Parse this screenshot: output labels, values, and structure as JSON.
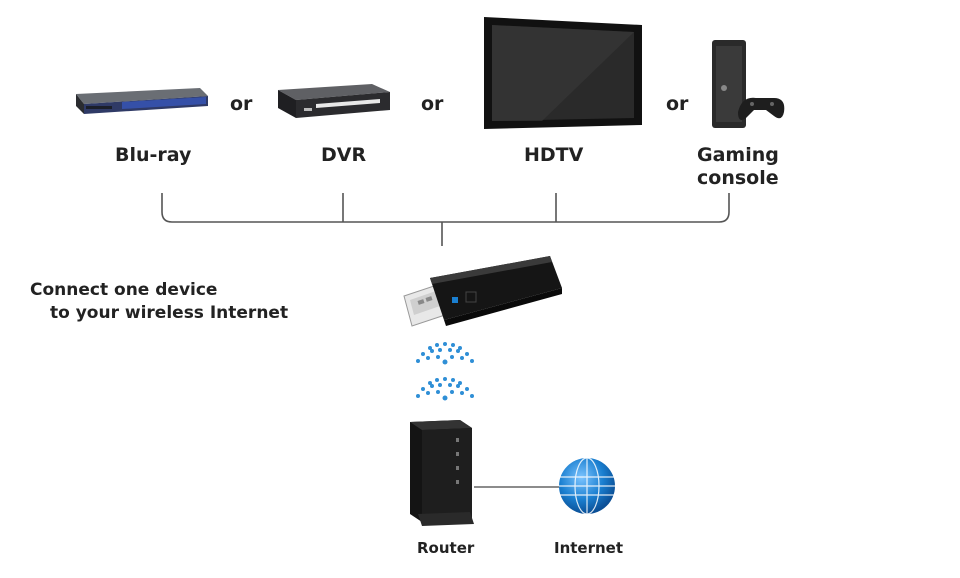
{
  "devices": {
    "bluray": {
      "label": "Blu-ray",
      "icon": "bluray-player-icon"
    },
    "dvr": {
      "label": "DVR",
      "icon": "dvr-icon"
    },
    "hdtv": {
      "label": "HDTV",
      "icon": "hdtv-icon"
    },
    "gaming": {
      "label_line1": "Gaming",
      "label_line2": "console",
      "icon": "game-console-icon"
    }
  },
  "separators": [
    "or",
    "or",
    "or"
  ],
  "note": {
    "line1": "Connect one device",
    "line2": "to your  wireless Internet"
  },
  "adapter": {
    "icon": "usb-wireless-adapter-icon"
  },
  "router": {
    "label": "Router",
    "icon": "router-icon"
  },
  "internet": {
    "label": "Internet",
    "icon": "globe-icon"
  },
  "colors": {
    "wifi": "#2f8fd6",
    "globe": "#1a7fd0",
    "line": "#555555",
    "text": "#222222"
  }
}
